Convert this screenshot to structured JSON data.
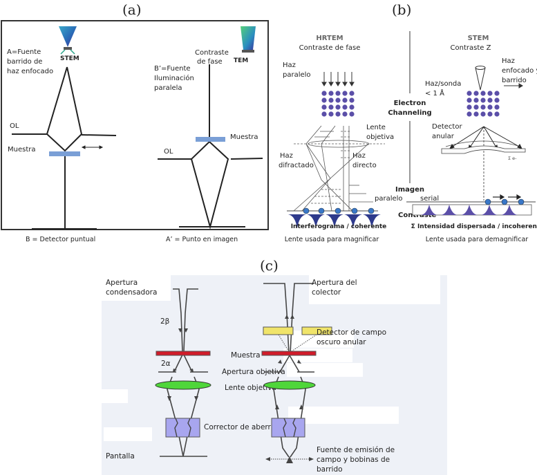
{
  "panels": {
    "a": {
      "label": "(a)",
      "stem_icon_label": "STEM",
      "tem_icon_label": "TEM",
      "left": {
        "source_label_1": "A=Fuente",
        "source_label_2": "barrido de",
        "source_label_3": "haz enfocado",
        "ol_label": "OL",
        "sample_label": "Muestra",
        "detector_label": "B = Detector puntual"
      },
      "right": {
        "phase_label_1": "Contraste",
        "phase_label_2": "de fase",
        "source_label_1": "B’=Fuente",
        "source_label_2": "Iluminación",
        "source_label_3": "paralela",
        "sample_label": "Muestra",
        "ol_label": "OL",
        "image_label": "A’ = Punto en imagen"
      },
      "colors": {
        "sample": "#7a9fd6",
        "border": "#333333"
      }
    },
    "b": {
      "label": "(b)",
      "hrtem": {
        "title": "HRTEM",
        "subtitle": "Contraste de fase",
        "beam_label_1": "Haz",
        "beam_label_2": "paralelo",
        "lens_label_1": "Lente",
        "lens_label_2": "objetiva",
        "diffracted_label_1": "Haz",
        "diffracted_label_2": "difractado",
        "direct_label_1": "Haz",
        "direct_label_2": "directo",
        "caption_bold": "Interferograma / coherente",
        "caption": "Lente usada para magnificar"
      },
      "center": {
        "channeling_1": "Electron",
        "channeling_2": "Channeling",
        "image_label": "Imagen",
        "parallel_label": "paralelo",
        "serial_label": "serial",
        "contrast_label": "Contraste"
      },
      "stem": {
        "title": "STEM",
        "subtitle": "Contraste Z",
        "scan_label_1": "Haz",
        "scan_label_2": "enfocado y",
        "scan_label_3": "barrido",
        "probe_label_1": "Haz/sonda",
        "probe_label_2": "< 1 Å",
        "detector_label_1": "Detector",
        "detector_label_2": "anular",
        "sum_label": "Σ e-",
        "caption_bold": "Σ Intensidad dispersada / incoherente",
        "caption": "Lente usada para demagnificar"
      },
      "colors": {
        "atoms": "#5b4fa8",
        "peaks": "#2e3a8c",
        "dots": "#3a78c8"
      }
    },
    "c": {
      "label": "(c)",
      "left": {
        "condenser_1": "Apertura",
        "condenser_2": "condensadora",
        "beta_label": "2β",
        "sample_label": "Muestra",
        "alpha_label": "2α",
        "obj_aperture_label": "Apertura  objetiva",
        "obj_lens_label": "Lente  objetiva",
        "corrector_label": "Corrector de aberración",
        "screen_label": "Pantalla"
      },
      "right": {
        "collector_1": "Apertura  del",
        "collector_2": "colector",
        "adf_1": "Detector de campo",
        "adf_2": "oscuro anular",
        "source_1": "Fuente de emisión de",
        "source_2": "campo y bobinas de",
        "source_3": "barrido"
      },
      "colors": {
        "sample": "#d01c2a",
        "lens": "#4fd63a",
        "corrector": "#a8a6ef",
        "detector": "#f0e46a",
        "background": "#eef1f7"
      }
    }
  }
}
